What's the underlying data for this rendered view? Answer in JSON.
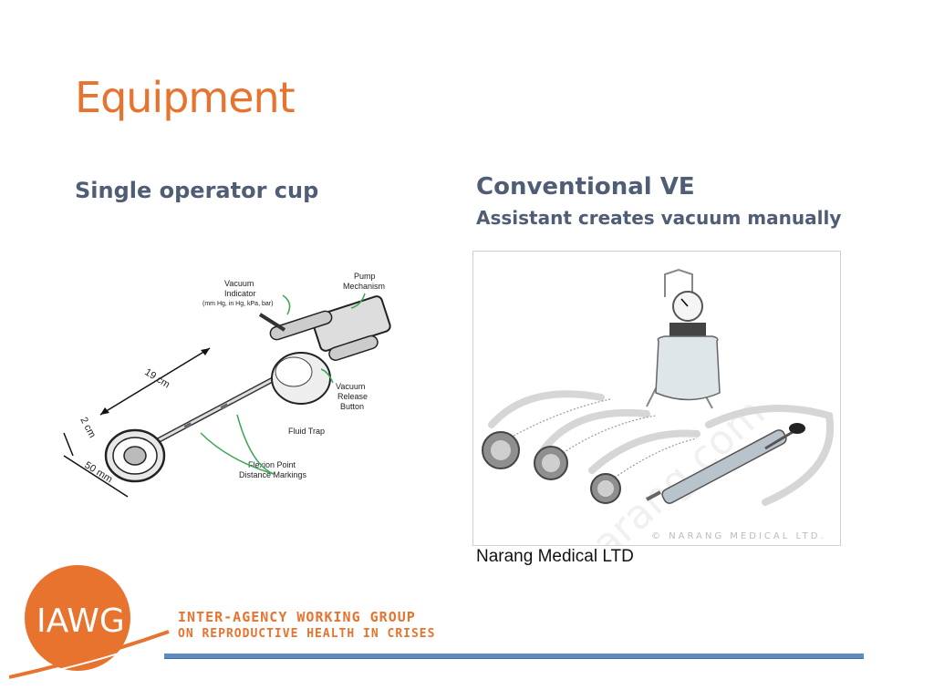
{
  "slide": {
    "title": "Equipment",
    "left_heading": "Single operator cup",
    "right_heading": "Conventional VE",
    "right_subheading": "Assistant creates vacuum manually",
    "photo_caption": "Narang Medical LTD"
  },
  "diagram": {
    "labels": {
      "vacuum_indicator_1": "Vacuum",
      "vacuum_indicator_2": "Indicator",
      "vacuum_indicator_units": "(mm Hg, in Hg, kPa, bar)",
      "pump_mechanism_1": "Pump",
      "pump_mechanism_2": "Mechanism",
      "vacuum_release_1": "Vacuum",
      "vacuum_release_2": "Release",
      "vacuum_release_3": "Button",
      "fluid_trap": "Fluid Trap",
      "flexion_point_1": "Flexion Point",
      "flexion_point_2": "Distance Markings",
      "dim_length": "19 cm",
      "dim_height": "2 cm",
      "dim_diameter": "50 mm"
    }
  },
  "photo": {
    "watermark": "© NARANG MEDICAL LTD.",
    "watermark_large": "narang.com"
  },
  "footer": {
    "logo_text": "IAWG",
    "org_line1": "INTER-AGENCY WORKING GROUP",
    "org_line2": "ON REPRODUCTIVE HEALTH IN CRISES"
  },
  "colors": {
    "accent_orange": "#e8732f",
    "heading_slate": "#4f5d75",
    "rule_blue": "#5b8cc4"
  }
}
